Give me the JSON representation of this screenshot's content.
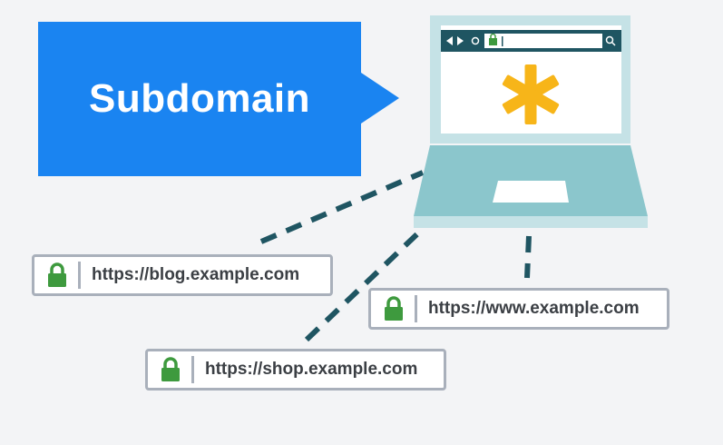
{
  "banner": {
    "title": "Subdomain"
  },
  "urls": [
    {
      "id": "blog",
      "text": "https://blog.example.com"
    },
    {
      "id": "www",
      "text": "https://www.example.com"
    },
    {
      "id": "shop",
      "text": "https://shop.example.com"
    }
  ],
  "laptop": {
    "screen_symbol": "*",
    "icons": [
      "back-arrow-icon",
      "forward-arrow-icon",
      "reload-icon",
      "lock-icon",
      "search-icon"
    ]
  },
  "colors": {
    "banner": "#1a84f1",
    "lock": "#3e9a3e",
    "dashes": "#1f5562",
    "laptop_body": "#8bc6cc",
    "laptop_frame": "#c5e2e6",
    "asterisk": "#f7b519",
    "browser_bar": "#1f5562"
  }
}
